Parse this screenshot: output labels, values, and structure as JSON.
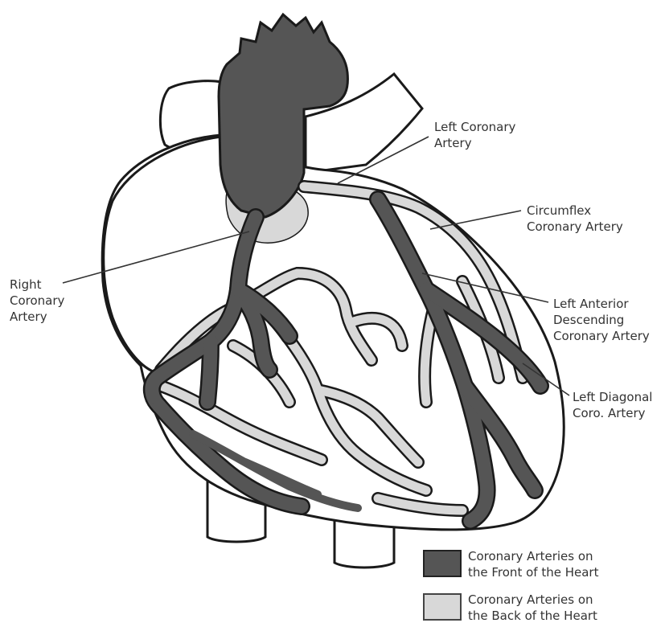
{
  "labels": {
    "left_coronary": [
      "Left Coronary",
      "Artery"
    ],
    "circumflex": [
      "Circumflex",
      "Coronary Artery"
    ],
    "right_coronary": [
      "Right",
      "Coronary",
      "Artery"
    ],
    "lad": [
      "Left Anterior",
      "Descending",
      "Coronary Artery"
    ],
    "left_diagonal": [
      "Left Diagonal",
      "Coro. Artery"
    ]
  },
  "legend": {
    "front": {
      "line1": "Coronary Arteries on",
      "line2": "the Front of the Heart",
      "color": "#555555"
    },
    "back": {
      "line1": "Coronary Arteries on",
      "line2": "the Back of the Heart",
      "color": "#d8d8d8"
    }
  },
  "colors": {
    "outline": "#1a1a1a",
    "front_artery": "#555555",
    "back_artery": "#d8d8d8",
    "heart_fill": "#ffffff"
  }
}
